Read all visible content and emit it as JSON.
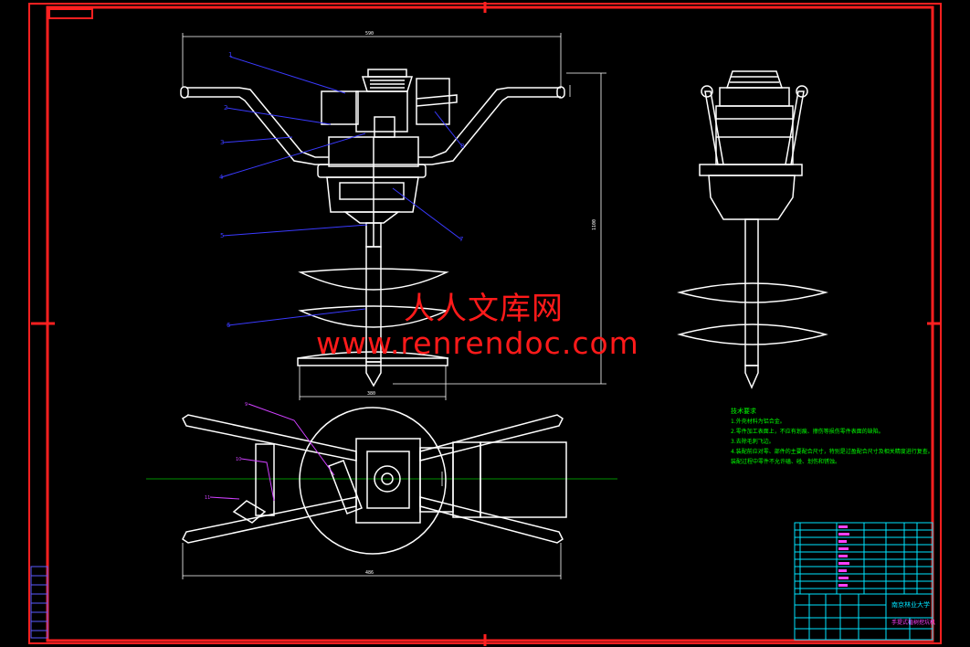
{
  "watermark": {
    "cn": "人人文库网",
    "url": "www.renrendoc.com"
  },
  "dimensions": {
    "top_width": "590",
    "height": "1100",
    "bottom_width": "380",
    "plan_width": "486"
  },
  "callouts": [
    "1",
    "2",
    "3",
    "4",
    "5",
    "6",
    "7",
    "8"
  ],
  "plan_callouts": [
    "9",
    "10",
    "11"
  ],
  "notes": {
    "title": "技术要求",
    "lines": [
      "1.外壳材料为铝合金。",
      "2.零件加工表面上，不应有划痕、擦伤等损伤零件表面的缺陷。",
      "3.去除毛刺飞边。",
      "4.装配前应对零、部件的主要配合尺寸，特别是过盈配合尺寸及相关精度进行复查。",
      "装配过程中零件不允许磕、碰、划伤和锈蚀。"
    ]
  },
  "title_block": {
    "school": "南京林业大学",
    "drawing": "手提式植树挖坑机"
  },
  "colors": {
    "frame": "#ff2020",
    "drawing": "#ffffff",
    "leader": "#3a3aff",
    "center": "#00c000",
    "notes": "#00ff00",
    "table": "#00e5ff",
    "parts": "#ff40ff"
  }
}
